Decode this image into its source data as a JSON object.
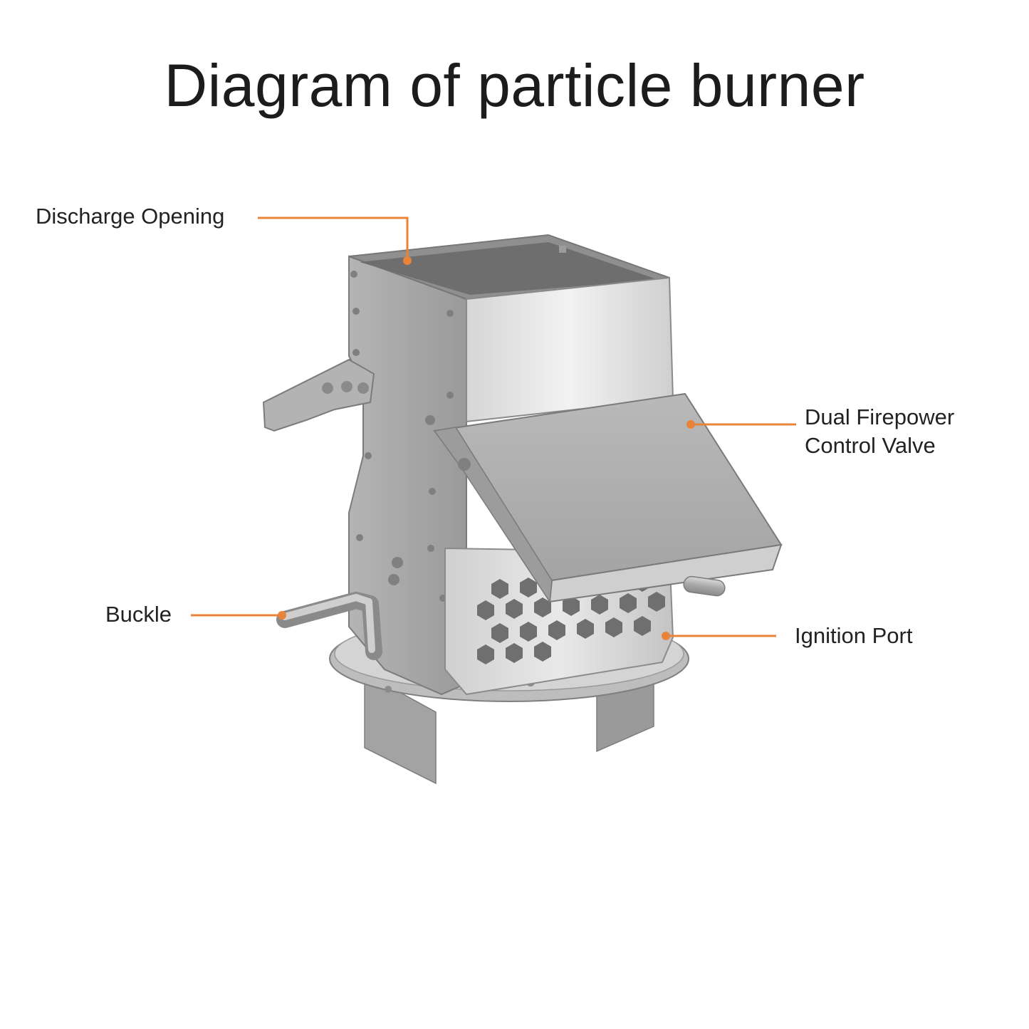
{
  "title": "Diagram of particle burner",
  "callouts": {
    "discharge": "Discharge Opening",
    "dual_line1": "Dual Firepower",
    "dual_line2": "Control Valve",
    "buckle": "Buckle",
    "ignition": "Ignition Port"
  },
  "colors": {
    "leader": "#e8843a",
    "metal_light": "#c9c9c9",
    "metal_mid": "#a9a9a9",
    "metal_dark": "#8d8d8d"
  }
}
